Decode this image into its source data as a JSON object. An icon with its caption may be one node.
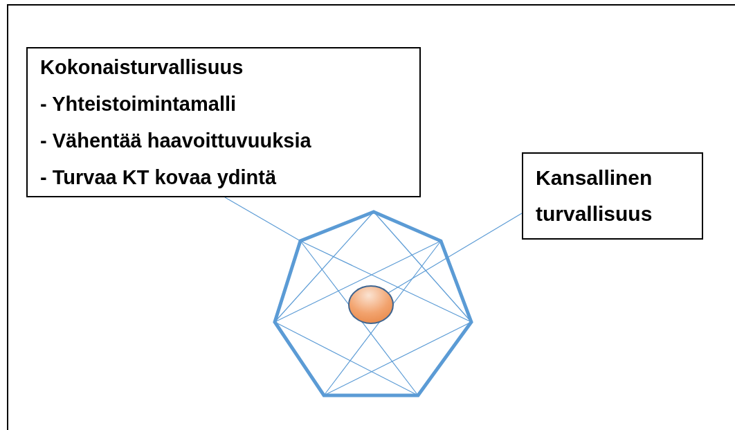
{
  "diagram": {
    "nodes": [
      {
        "text": [
          "Kokonaisturvallisuus",
          "- Yhteistoimintamalli",
          "- Vähentää haavoittuvuuksia",
          "- Turvaa KT kovaa ydintä"
        ]
      },
      {
        "text": [
          "Kansallinen turvallisuus"
        ]
      },
      {
        "text": [],
        "shape": "heptagon"
      },
      {
        "text": [],
        "shape": "circle",
        "in": 2
      }
    ],
    "edges": [
      {
        "from": 0,
        "to": 2,
        "arrow": "none"
      },
      {
        "from": 1,
        "to": 3,
        "arrow": "none"
      }
    ]
  }
}
